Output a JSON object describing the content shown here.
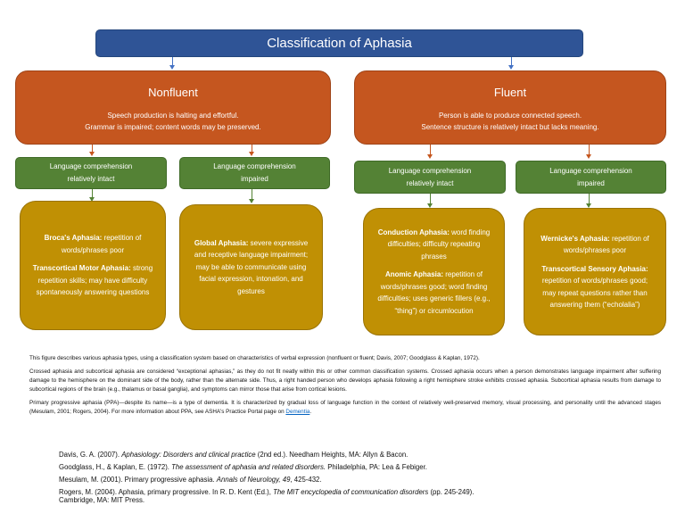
{
  "title": "Classification of Aphasia",
  "nonfluent": {
    "heading": "Nonfluent",
    "desc_line1": "Speech production is halting and effortful.",
    "desc_line2": "Grammar is impaired; content words may be preserved."
  },
  "fluent": {
    "heading": "Fluent",
    "desc_line1": "Person is able to produce connected speech.",
    "desc_line2": "Sentence structure is relatively intact but lacks meaning."
  },
  "comprehension": {
    "intact_line1": "Language comprehension",
    "intact_line2": "relatively intact",
    "impaired_line1": "Language comprehension",
    "impaired_line2": "impaired"
  },
  "cards": {
    "broca": {
      "term": "Broca's Aphasia:",
      "text": " repetition of words/phrases poor"
    },
    "transcortical_motor": {
      "term": "Transcortical Motor Aphasia:",
      "text": " strong repetition skills; may have difficulty spontaneously answering questions"
    },
    "global": {
      "term": "Global Aphasia:",
      "text": " severe expressive and receptive language impairment; may be able to communicate using facial expression, intonation, and gestures"
    },
    "conduction": {
      "term": "Conduction Aphasia:",
      "text": " word finding difficulties; difficulty repeating phrases"
    },
    "anomic": {
      "term": "Anomic Aphasia:",
      "text": " repetition of words/phrases good; word finding difficulties; uses generic fillers (e.g., “thing”) or circumlocution"
    },
    "wernicke": {
      "term": "Wernicke's Aphasia:",
      "text": " repetition of words/phrases poor"
    },
    "transcortical_sensory": {
      "term": "Transcortical Sensory Aphasia:",
      "text": " repetition of words/phrases good; may repeat questions rather than answering them (“echolalia”)"
    }
  },
  "paragraphs": {
    "p1": "This figure describes various aphasia types, using a classification system based on characteristics of verbal expression (nonfluent or fluent; Davis, 2007; Goodglass & Kaplan, 1972).",
    "p2": "Crossed aphasia and subcortical aphasia are considered “exceptional aphasias,” as they do not fit neatly within this or other common classification systems. Crossed aphasia occurs when a person demonstrates language impairment after suffering damage to the hemisphere on the dominant side of the body, rather than the alternate side. Thus, a right handed person who develops aphasia following a right hemisphere stroke exhibits crossed aphasia. Subcortical aphasia results from damage to subcortical regions of the brain (e.g., thalamus or basal ganglia), and symptoms can mirror those that arise from cortical lesions.",
    "p3": "Primary progressive aphasia (PPA)—despite its name—is a type of dementia. It is characterized by gradual loss of language function in the context of relatively well-preserved memory, visual processing, and personality until the advanced stages (Mesulam, 2001; Rogers, 2004). For more information about PPA, see ASHA's Practice Portal page on ",
    "p3_link": "Dementia",
    "p3_end": "."
  },
  "references": {
    "r1_a": "Davis, G. A. (2007). ",
    "r1_i": "Aphasiology: Disorders and clinical practice",
    "r1_b": " (2nd ed.). Needham Heights, MA: Allyn & Bacon.",
    "r2_a": "Goodglass, H., & Kaplan, E. (1972). ",
    "r2_i": "The assessment of aphasia and related disorders.",
    "r2_b": " Philadelphia, PA: Lea & Febiger.",
    "r3_a": "Mesulam, M. (2001). Primary progressive aphasia. ",
    "r3_i": "Annals of Neurology, 49",
    "r3_b": ", 425-432.",
    "r4_a": "Rogers, M. (2004). Aphasia, primary progressive. In R. D. Kent (Ed.), ",
    "r4_i": "The MIT encyclopedia of communication disorders",
    "r4_b": " (pp. 245-249).",
    "r4_c": "Cambridge, MA: MIT Press."
  }
}
